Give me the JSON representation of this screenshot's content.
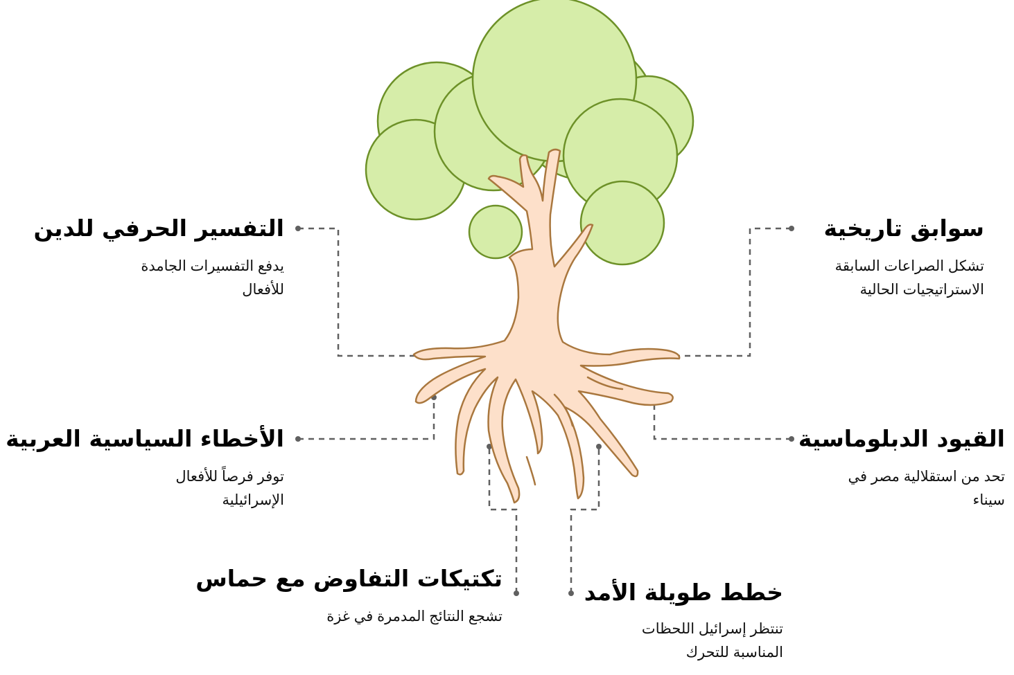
{
  "colors": {
    "canopy_fill": "#d6eda9",
    "canopy_stroke": "#6d9128",
    "trunk_fill": "#fde0ca",
    "trunk_stroke": "#a9773e",
    "connector": "#606060"
  },
  "nodes": [
    {
      "id": "historical",
      "title": "سوابق تاريخية",
      "desc": "تشكل الصراعات السابقة الاستراتيجيات الحالية"
    },
    {
      "id": "literal",
      "title": "التفسير الحرفي للدين",
      "desc": "يدفع التفسيرات الجامدة للأفعال"
    },
    {
      "id": "diplomatic",
      "title": "القيود الدبلوماسية",
      "desc": "تحد من استقلالية مصر في سيناء"
    },
    {
      "id": "arab_errors",
      "title": "الأخطاء السياسية العربية",
      "desc": "توفر فرصاً للأفعال الإسرائيلية"
    },
    {
      "id": "negotiation",
      "title": "تكتيكات التفاوض مع حماس",
      "desc": "تشجع النتائج المدمرة في غزة"
    },
    {
      "id": "longterm",
      "title": "خطط طويلة الأمد",
      "desc": "تنتظر إسرائيل اللحظات المناسبة للتحرك"
    }
  ]
}
